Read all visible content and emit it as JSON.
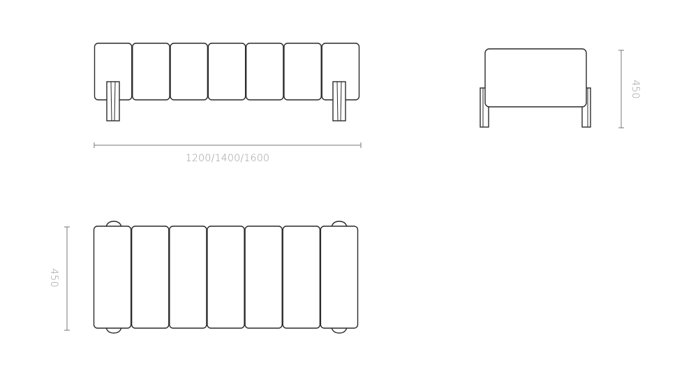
{
  "drawing": {
    "front_view": {
      "width_dimension": "1200/1400/1600",
      "cushion_count": 7
    },
    "side_view": {
      "height_dimension": "450"
    },
    "top_view": {
      "depth_dimension": "450",
      "cushion_count": 7
    }
  }
}
